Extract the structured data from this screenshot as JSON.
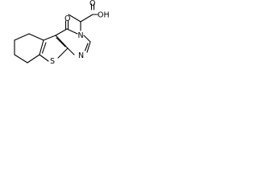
{
  "structure": {
    "atoms": {
      "oh": "OH",
      "o_acid": "O",
      "o_ketone": "O",
      "n_ring": "N",
      "n_bottom": "N",
      "s_ring": "S"
    }
  }
}
